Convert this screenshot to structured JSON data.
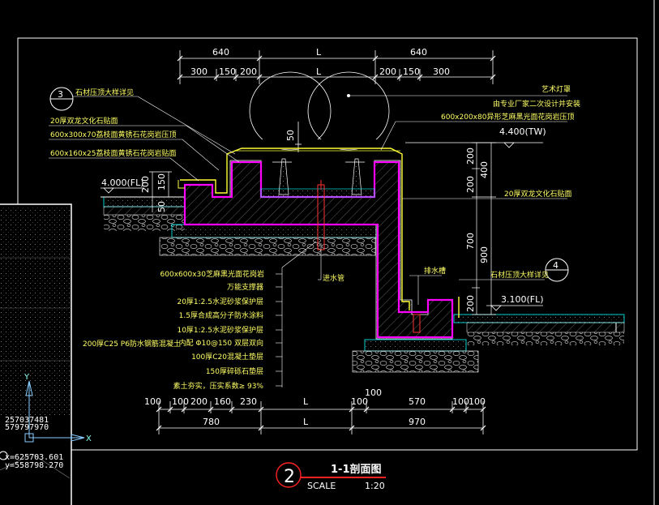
{
  "top_dims_row1": [
    "640",
    "L",
    "640"
  ],
  "top_dims_row2": [
    "300",
    "150",
    "200",
    "L",
    "200",
    "150",
    "300"
  ],
  "callout_left": {
    "num": "3",
    "text": "石材压顶大样详见"
  },
  "left_notes": [
    "20厚双龙文化石贴面",
    "600x300x70荔枝面黄锈石花岗岩压顶",
    "600x160x25荔枝面黄锈石花岗岩贴面"
  ],
  "right_notes": [
    "艺术灯罩",
    "由专业厂家二次设计并安装",
    "600x200x80异形芝麻黑光面花岗岩压顶"
  ],
  "dim_50": "50",
  "level_top": "4.400(TW)",
  "level_left": "4.000(FL)",
  "level_right": "3.100(FL)",
  "right_vert_dims": [
    "200",
    "400",
    "200",
    "700",
    "900",
    "200"
  ],
  "left_vert_dims": [
    "200",
    "150",
    "50"
  ],
  "right_face_note": "20厚双龙文化石贴面",
  "callout_right": {
    "num": "4",
    "text": "石材压顶大样详见"
  },
  "drain_label": "排水槽",
  "pipe_label": "进水管",
  "layer_notes": [
    "600x600x30芝麻黑光面花岗岩",
    "万能支撑器",
    "20厚1:2.5水泥砂浆保护层",
    "1.5厚合成高分子防水涂料",
    "10厚1:2.5水泥砂浆保护层",
    "内配 Φ10@150  双层双向",
    "100厚C20混凝土垫层",
    "150厚碎砾石垫层",
    "素土夯实，压实系数≥ 93%"
  ],
  "concrete_note": "200厚C25  P6防水钢筋混凝土",
  "bottom_dims_row1": [
    "100",
    "100",
    "200",
    "160",
    "230",
    "L",
    "100",
    "570",
    "100",
    "100"
  ],
  "bottom_dim_100_above": "100",
  "bottom_dims_row2": [
    "780",
    "L",
    "970"
  ],
  "ucs_labels": {
    "y": "Y",
    "x": "X"
  },
  "coord_readouts": [
    "257037481",
    "579797970",
    "x=625703.601",
    "y=558798.270"
  ],
  "title_block": {
    "num": "2",
    "title": "1-1剖面图",
    "scale_label": "SCALE",
    "scale": "1:20"
  }
}
